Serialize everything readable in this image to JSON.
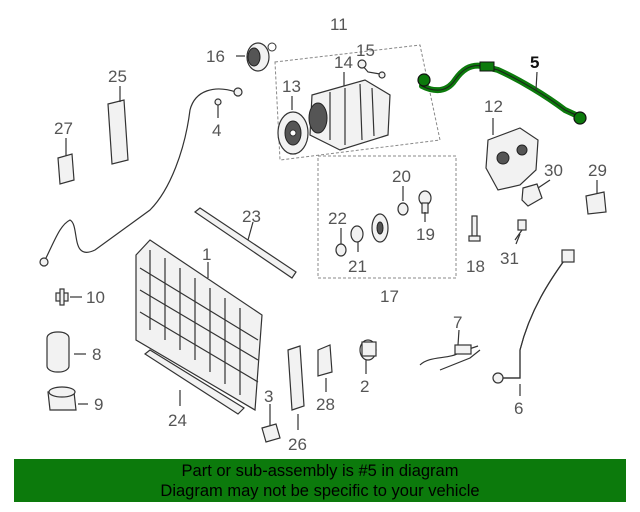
{
  "diagram": {
    "callouts": [
      {
        "id": "1",
        "label": "1"
      },
      {
        "id": "2",
        "label": "2"
      },
      {
        "id": "3",
        "label": "3"
      },
      {
        "id": "4",
        "label": "4"
      },
      {
        "id": "5",
        "label": "5",
        "highlighted": true
      },
      {
        "id": "6",
        "label": "6"
      },
      {
        "id": "7",
        "label": "7"
      },
      {
        "id": "8",
        "label": "8"
      },
      {
        "id": "9",
        "label": "9"
      },
      {
        "id": "10",
        "label": "10"
      },
      {
        "id": "11",
        "label": "11"
      },
      {
        "id": "12",
        "label": "12"
      },
      {
        "id": "13",
        "label": "13"
      },
      {
        "id": "14",
        "label": "14"
      },
      {
        "id": "15",
        "label": "15"
      },
      {
        "id": "16",
        "label": "16"
      },
      {
        "id": "17",
        "label": "17"
      },
      {
        "id": "18",
        "label": "18"
      },
      {
        "id": "19",
        "label": "19"
      },
      {
        "id": "20",
        "label": "20"
      },
      {
        "id": "21",
        "label": "21"
      },
      {
        "id": "22",
        "label": "22"
      },
      {
        "id": "23",
        "label": "23"
      },
      {
        "id": "24",
        "label": "24"
      },
      {
        "id": "25",
        "label": "25"
      },
      {
        "id": "26",
        "label": "26"
      },
      {
        "id": "27",
        "label": "27"
      },
      {
        "id": "28",
        "label": "28"
      },
      {
        "id": "29",
        "label": "29"
      },
      {
        "id": "30",
        "label": "30"
      },
      {
        "id": "31",
        "label": "31"
      }
    ],
    "highlight_color": "#0c7a0c"
  },
  "banner": {
    "line1": "Part or sub-assembly is #5 in diagram",
    "line2": "Diagram may not be specific to your vehicle",
    "background": "#0c7a0c"
  }
}
